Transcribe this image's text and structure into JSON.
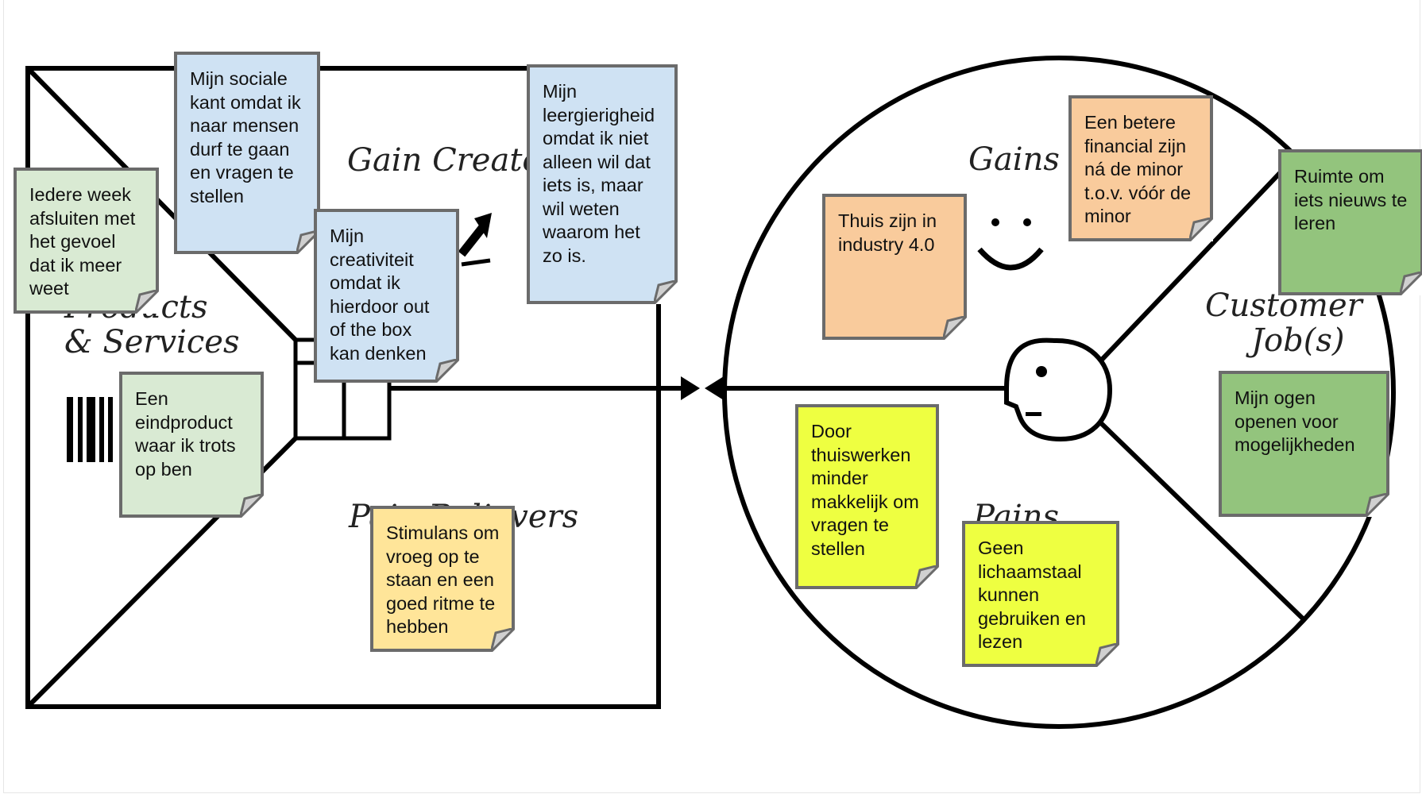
{
  "canvas": {
    "labels": {
      "gain_creators": "Gain Creators",
      "products_services_line1": "Products",
      "products_services_line2": "& Services",
      "pain_relievers": "Pain Relievers",
      "gains": "Gains",
      "pains": "Pains",
      "customer_jobs_line1": "Customer",
      "customer_jobs_line2": "Job(s)"
    }
  },
  "notes": {
    "iedere_week": "Iedere week afsluiten met het gevoel dat ik meer weet",
    "sociale_kant": "Mijn sociale kant omdat ik naar mensen durf te gaan en vragen te stellen",
    "creativiteit": "Mijn creativiteit omdat ik hierdoor out of the box kan denken",
    "leergierigheid": "Mijn leergierigheid omdat ik niet alleen wil dat iets is, maar wil weten waarom het zo is.",
    "eindproduct": "Een eindproduct waar ik trots op ben",
    "stimulans": "Stimulans om vroeg op te staan en een goed ritme te hebben",
    "thuis_industry": "Thuis zijn in industry 4.0",
    "betere_financial": "Een betere financial zijn ná de minor t.o.v. vóór de minor",
    "ruimte_nieuws": "Ruimte om iets nieuws te leren",
    "ogen_openen": "Mijn ogen openen voor mogelijkheden",
    "thuiswerken": "Door thuiswerken minder makkelijk om vragen te stellen",
    "lichaamstaal": "Geen lichaamstaal kunnen gebruiken en lezen"
  },
  "colors": {
    "blue": "#cfe2f3",
    "light_green": "#d9ead3",
    "green": "#93c47d",
    "orange": "#f9cb9c",
    "light_orange": "#ffe599",
    "yellow": "#eeff41",
    "border": "#6b6b6b"
  }
}
